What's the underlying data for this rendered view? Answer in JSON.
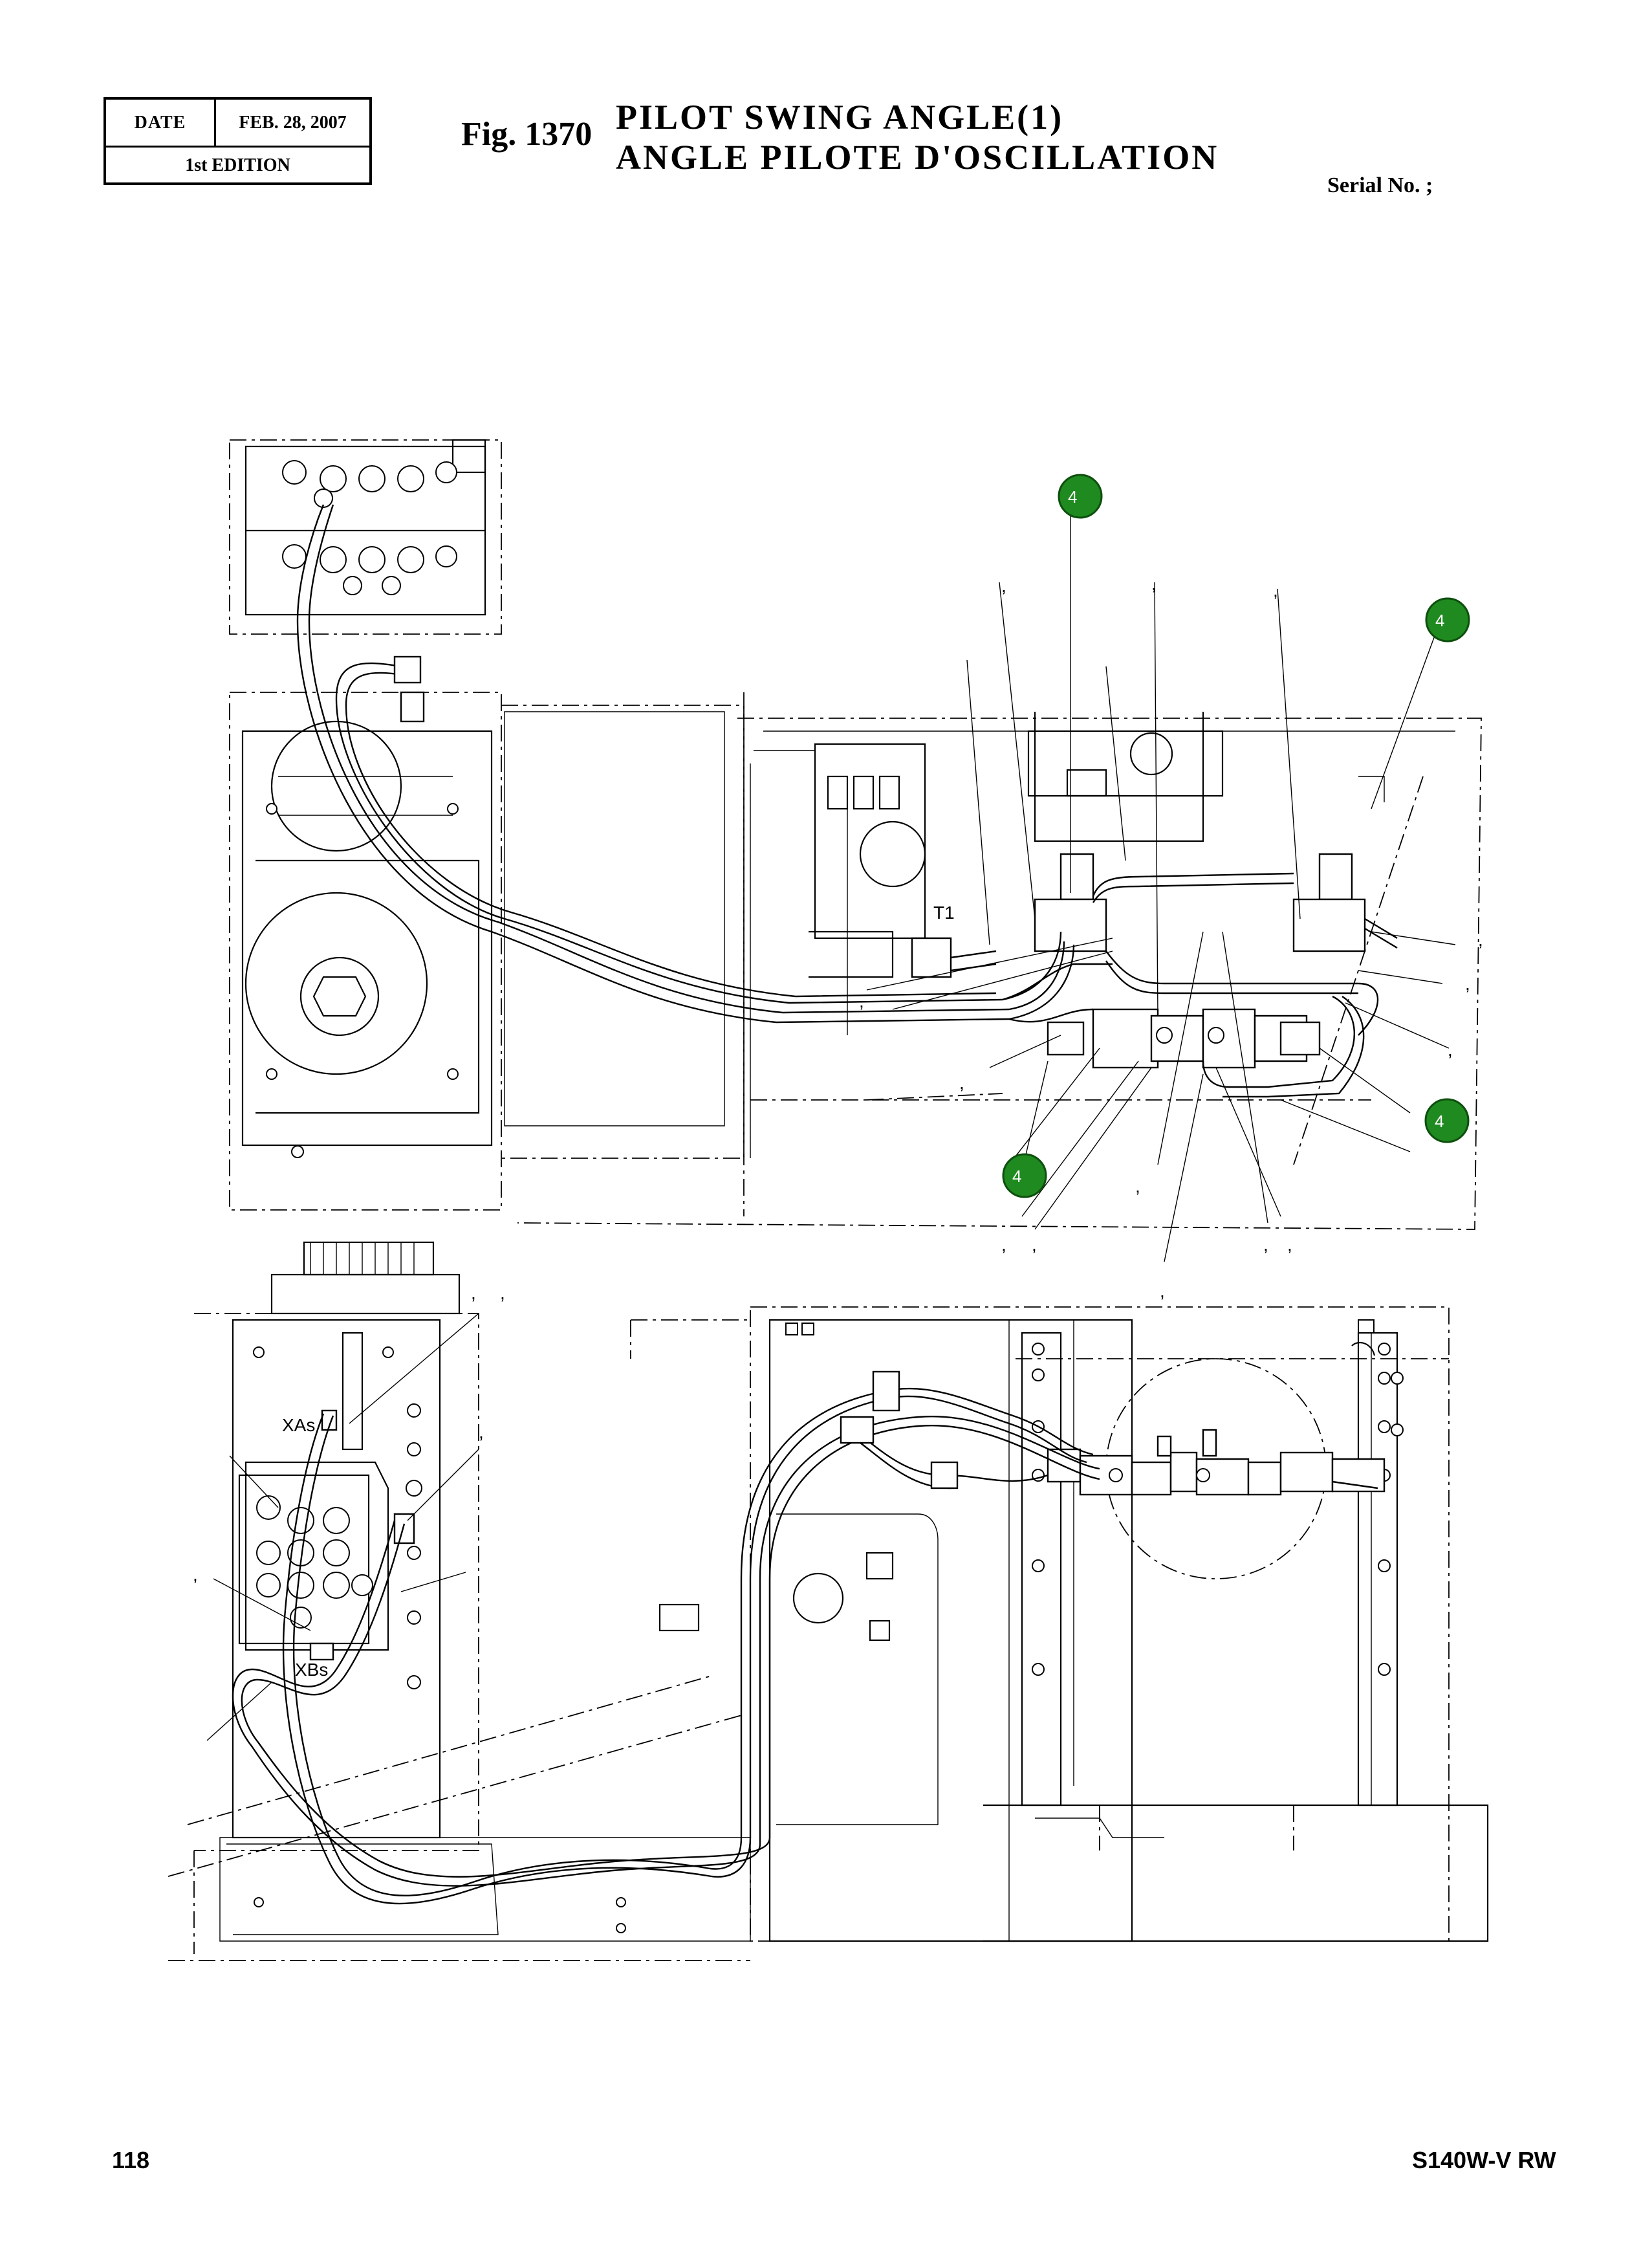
{
  "header": {
    "date_label": "DATE",
    "date_value": "FEB. 28, 2007",
    "edition": "1st EDITION",
    "fig_number": "Fig. 1370",
    "title_en": "PILOT  SWING  ANGLE(1)",
    "title_fr": "ANGLE  PILOTE  D'OSCILLATION",
    "serial": "Serial No. ;"
  },
  "diagram": {
    "callouts": [
      "4",
      "4",
      "4",
      "4"
    ],
    "port_labels": {
      "t1": "T1",
      "xas": "XAs",
      "xbs": "XBs"
    },
    "leader_separator": ","
  },
  "footer": {
    "page_number": "118",
    "model": "S140W-V RW"
  }
}
